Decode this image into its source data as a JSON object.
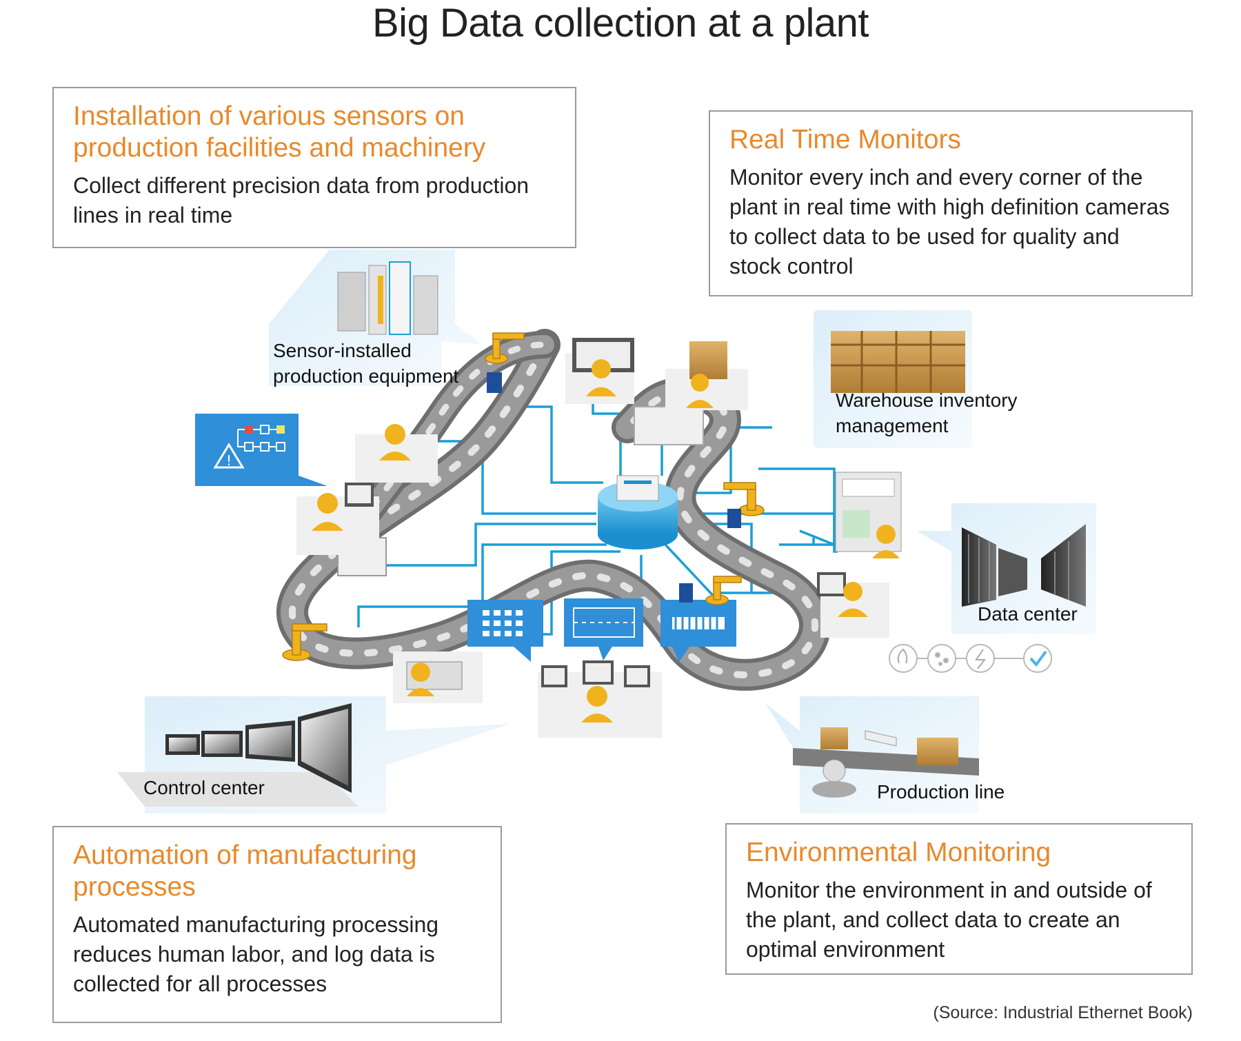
{
  "title": "Big Data collection at a plant",
  "boxes": {
    "sensors": {
      "heading": "Installation of various sensors on production facilities and machinery",
      "text": "Collect different precision data from production lines in real time"
    },
    "monitors": {
      "heading": "Real Time Monitors",
      "text": "Monitor every inch and every corner of the plant in real time with high definition cameras to collect data to be used for quality and stock control"
    },
    "automation": {
      "heading": "Automation of manufacturing processes",
      "text": "Automated manufacturing processing reduces human labor, and log data is collected for all processes"
    },
    "environment": {
      "heading": "Environmental Monitoring",
      "text": "Monitor the environment in and outside of the plant, and collect data to create an optimal environment"
    }
  },
  "labels": {
    "sensor_equipment": "Sensor-installed production equipment",
    "warehouse": "Warehouse inventory management",
    "data_center": "Data center",
    "control_center": "Control center",
    "production_line": "Production line"
  },
  "source": "(Source: Industrial Ethernet Book)",
  "colors": {
    "heading_orange": "#e8892b",
    "network_blue": "#1a9fd6",
    "conveyor_gray": "#7d7d7d",
    "person_yellow": "#f0b31e",
    "screen_blue": "#2f8fd8",
    "callout_light_blue": "#e3f1fa"
  },
  "icons": [
    "warning-icon",
    "flame-icon",
    "dust-icon",
    "lightning-icon",
    "check-icon"
  ]
}
